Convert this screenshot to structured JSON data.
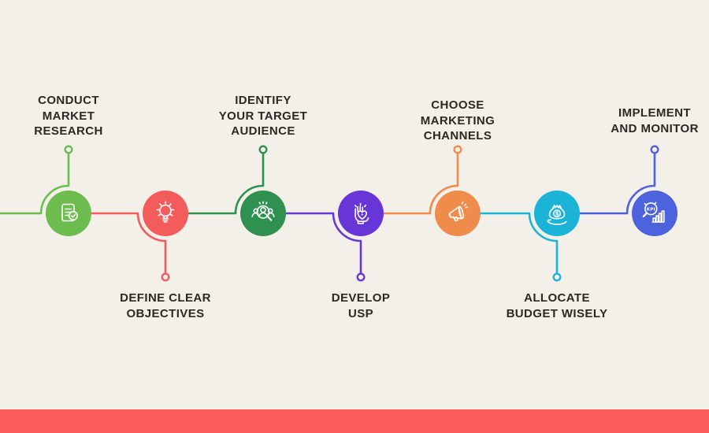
{
  "meta": {
    "bg_color": "#f3efe9",
    "footer_bar_color": "#fa5b5b",
    "text_color": "#2c2824",
    "dot_fill": "#f3efe9"
  },
  "steps": [
    {
      "id": 1,
      "label": "CONDUCT\nMARKET\nRESEARCH",
      "label_position": "top",
      "color": "#6cbd4e",
      "icon": "document-check-icon"
    },
    {
      "id": 2,
      "label": "DEFINE CLEAR\nOBJECTIVES",
      "label_position": "bottom",
      "color": "#f45c5c",
      "icon": "lightbulb-icon"
    },
    {
      "id": 3,
      "label": "IDENTIFY\nYOUR TARGET\nAUDIENCE",
      "label_position": "top",
      "color": "#2e9150",
      "icon": "audience-search-icon"
    },
    {
      "id": 4,
      "label": "DEVELOP\nUSP",
      "label_position": "bottom",
      "color": "#6836d6",
      "icon": "hand-heart-icon"
    },
    {
      "id": 5,
      "label": "CHOOSE\nMARKETING\nCHANNELS",
      "label_position": "top",
      "color": "#ef8b4b",
      "icon": "megaphone-icon"
    },
    {
      "id": 6,
      "label": "ALLOCATE\nBUDGET WISELY",
      "label_position": "bottom",
      "color": "#1cb4d6",
      "icon": "money-bag-icon"
    },
    {
      "id": 7,
      "label": "IMPLEMENT\nAND MONITOR",
      "label_position": "top",
      "color": "#4d63de",
      "icon": "kpi-search-icon"
    }
  ]
}
